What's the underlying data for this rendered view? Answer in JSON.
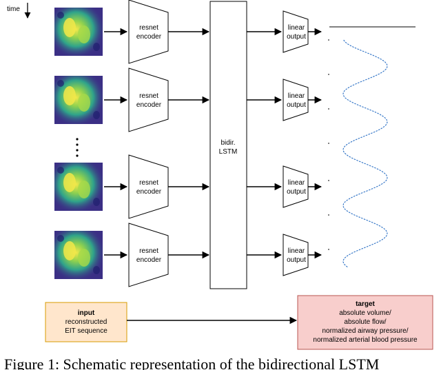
{
  "time_label": "time",
  "encoder_label": [
    "resnet",
    "encoder"
  ],
  "lstm_label": [
    "bidir.",
    "LSTM"
  ],
  "linear_label": [
    "linear",
    "output"
  ],
  "input_box": {
    "title": "input",
    "lines": [
      "reconstructed",
      "EIT sequence"
    ]
  },
  "target_box": {
    "title": "target",
    "lines": [
      "absolute volume/",
      "absolute flow/",
      "normalized airway pressure/",
      "normalized arterial blood pressure"
    ]
  },
  "caption": "Figure 1: Schematic representation of the bidirectional LSTM",
  "colors": {
    "input_fill": "#ffe6cc",
    "input_stroke": "#d79b00",
    "target_fill": "#f8cecc",
    "target_stroke": "#b85450",
    "wave": "#2a6fc4",
    "eit_background": "#3b2f85"
  }
}
